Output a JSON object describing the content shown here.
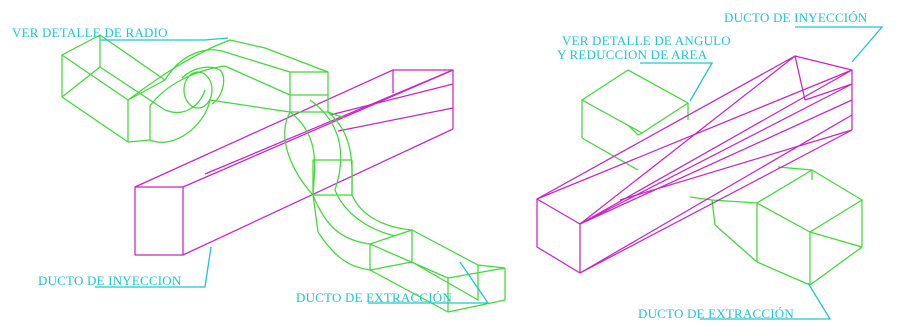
{
  "colors": {
    "supply_duct": "#cc22cc",
    "extract_duct": "#3ddc35",
    "annotation": "#19c8d6",
    "background": "#ffffff"
  },
  "left_figure": {
    "radius_note": "VER DETALLE DE RADIO",
    "supply_label": "DUCTO DE INYECCION",
    "extract_label": "DUCTO DE EXTRACCIÓN"
  },
  "right_figure": {
    "supply_label": "DUCTO DE INYECCIÓN",
    "angle_note_line1": "VER DETALLE DE ANGULO",
    "angle_note_line2": "Y REDUCCION DE AREA",
    "extract_label": "DUCTO DE EXTRACCIÓN"
  }
}
